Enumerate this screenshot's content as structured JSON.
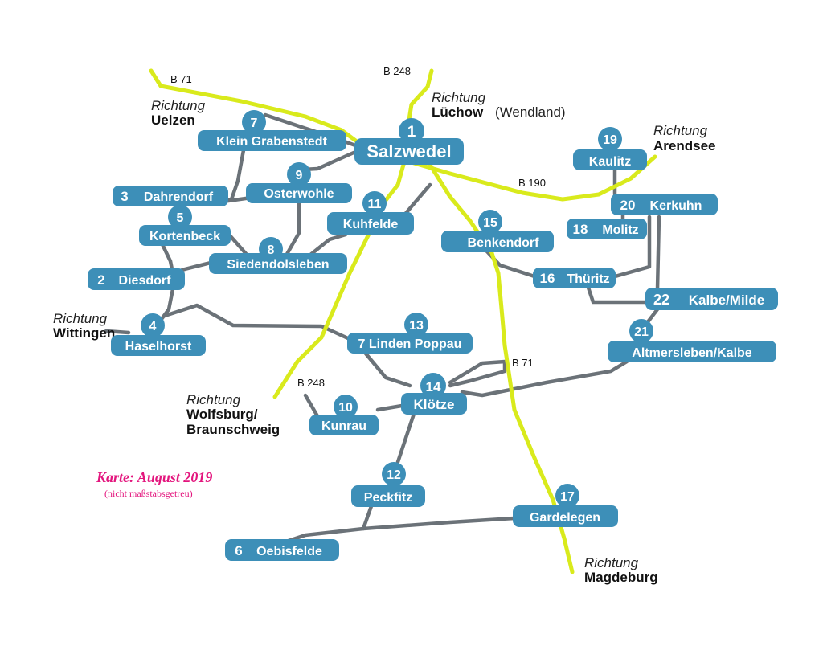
{
  "colors": {
    "stop": "#3d8fb8",
    "route": "#6b7278",
    "road": "#d9ea1c",
    "note": "#e3157d"
  },
  "roads": [
    "B 71",
    "B 248",
    "B 190",
    "B 248",
    "B 71"
  ],
  "stops": [
    {
      "num": "1",
      "name": "Salzwedel"
    },
    {
      "num": "7",
      "name": "Klein Grabenstedt"
    },
    {
      "num": "9",
      "name": "Osterwohle"
    },
    {
      "num": "3",
      "name": "Dahrendorf"
    },
    {
      "num": "5",
      "name": "Kortenbeck"
    },
    {
      "num": "8",
      "name": "Siedendolsleben"
    },
    {
      "num": "11",
      "name": "Kuhfelde"
    },
    {
      "num": "2",
      "name": "Diesdorf"
    },
    {
      "num": "4",
      "name": "Haselhorst"
    },
    {
      "num": "15",
      "name": "Benkendorf"
    },
    {
      "num": "19",
      "name": "Kaulitz"
    },
    {
      "num": "20",
      "name": "Kerkuhn"
    },
    {
      "num": "18",
      "name": "Molitz"
    },
    {
      "num": "16",
      "name": "Thüritz"
    },
    {
      "num": "22",
      "name": "Kalbe/Milde"
    },
    {
      "num": "21",
      "name": "Altmersleben/Kalbe"
    },
    {
      "num": "13",
      "name": "7 Linden Poppau"
    },
    {
      "num": "14",
      "name": "Klötze"
    },
    {
      "num": "10",
      "name": "Kunrau"
    },
    {
      "num": "12",
      "name": "Peckfitz"
    },
    {
      "num": "17",
      "name": "Gardelegen"
    },
    {
      "num": "6",
      "name": "Oebisfelde"
    }
  ],
  "directions": [
    {
      "word": "Richtung",
      "dest": "Uelzen"
    },
    {
      "word": "Richtung",
      "dest": "Lüchow",
      "extra": "(Wendland)"
    },
    {
      "word": "Richtung",
      "dest": "Arendsee"
    },
    {
      "word": "Richtung",
      "dest": "Wittingen"
    },
    {
      "word": "Richtung",
      "dest": "Wolfsburg/",
      "dest2": "Braunschweig"
    },
    {
      "word": "Richtung",
      "dest": "Magdeburg"
    }
  ],
  "note": {
    "title": "Karte: August 2019",
    "subtitle": "(nicht maßstabsgetreu)"
  }
}
